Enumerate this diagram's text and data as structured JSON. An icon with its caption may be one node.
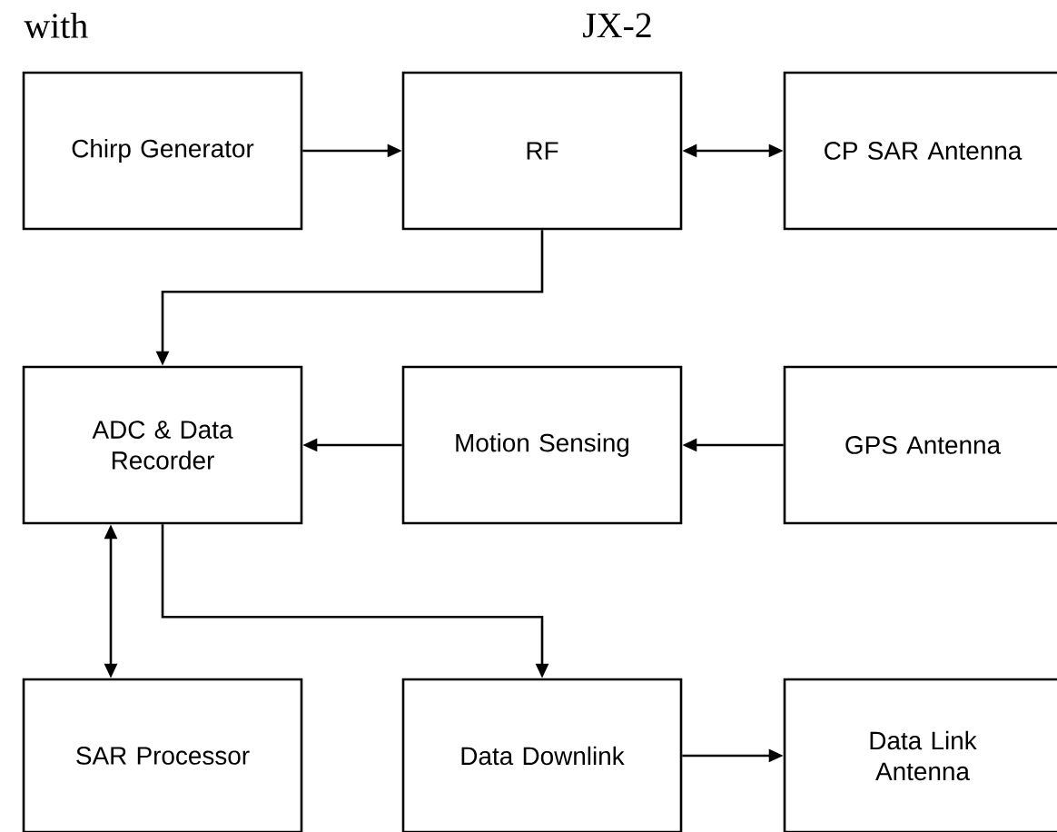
{
  "diagram": {
    "nodes": [
      {
        "text": [
          "Chirp Generator"
        ]
      },
      {
        "text": [
          "RF"
        ]
      },
      {
        "text": [
          "CP SAR Antenna"
        ]
      },
      {
        "text": [
          "ADC & Data Recorder"
        ]
      },
      {
        "text": [
          "Motion Sensing"
        ]
      },
      {
        "text": [
          "GPS Antenna"
        ]
      },
      {
        "text": [
          "SAR Processor"
        ]
      },
      {
        "text": [
          "Data Downlink"
        ]
      },
      {
        "text": [
          "Data Link Antenna"
        ]
      }
    ],
    "edges": [
      {
        "from": 0,
        "to": 1,
        "arrow": "to"
      },
      {
        "from": 1,
        "to": 2,
        "arrow": "both"
      },
      {
        "from": 1,
        "to": 3,
        "arrow": "to"
      },
      {
        "from": 4,
        "to": 3,
        "arrow": "to"
      },
      {
        "from": 5,
        "to": 4,
        "arrow": "to"
      },
      {
        "from": 6,
        "to": 3,
        "arrow": "both"
      },
      {
        "from": 3,
        "to": 7,
        "arrow": "to"
      },
      {
        "from": 7,
        "to": 8,
        "arrow": "to"
      }
    ],
    "labels": [
      "with",
      "JX-2"
    ]
  }
}
